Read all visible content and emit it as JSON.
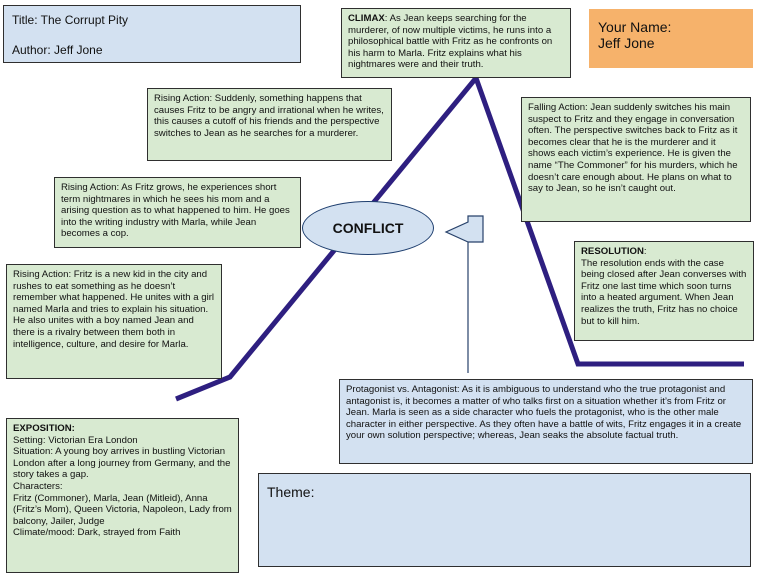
{
  "title_box": {
    "title": "Title: The Corrupt Pity",
    "author": "Author: Jeff Jone"
  },
  "name_box": {
    "label": "Your Name:",
    "value": "Jeff Jone"
  },
  "climax": {
    "label": "CLIMAX",
    "text": ": As Jean keeps searching for the murderer, of now multiple victims, he runs into a philosophical battle with Fritz as he confronts on his harm to Marla. Fritz explains what his nightmares were and their truth."
  },
  "rising_action_3": "Rising Action: Suddenly, something happens that causes Fritz to be angry and irrational when he writes, this causes a cutoff of his friends and the perspective switches to Jean as he searches for a murderer.",
  "falling_action": "Falling Action: Jean suddenly switches his main suspect to Fritz and they engage in conversation often. The perspective switches back to Fritz as it becomes clear that he is the murderer and it shows each victim’s experience. He is given the name “The Commoner” for his murders, which he doesn’t care enough about. He plans on what to say to Jean, so he isn’t caught out.",
  "rising_action_2": "Rising Action: As Fritz grows, he experiences short term nightmares in which he sees his mom and a arising question as to what happened to him. He goes into the writing industry with Marla, while Jean becomes a cop.",
  "conflict": "CONFLICT",
  "resolution": {
    "label": "RESOLUTION",
    "text": "The resolution ends with the case being closed after Jean converses with Fritz one last time which soon turns into a heated argument. When Jean realizes the truth, Fritz has no choice but to kill him."
  },
  "rising_action_1": "Rising Action: Fritz is a new kid in the city and rushes to eat something as he doesn’t remember what happened. He unites with a girl named Marla and tries to explain his situation. He also unites with a boy named Jean and there is a rivalry between them both in intelligence, culture, and desire for Marla.",
  "protagonist_antagonist": "Protagonist vs. Antagonist: As it is ambiguous to understand who the true protagonist and antagonist is, it becomes a matter of who talks first on a situation whether it’s from Fritz or Jean. Marla is seen as a side character who fuels the protagonist, who is the other male character in either perspective. As they often have a battle of wits, Fritz engages it in a create your own solution perspective; whereas, Jean seaks the absolute factual truth.",
  "exposition": {
    "label": "EXPOSITION:",
    "setting": "Setting: Victorian Era London",
    "situation": "Situation: A young boy arrives in bustling Victorian London after a long journey from Germany, and the story takes a gap.",
    "characters_label": "Characters:",
    "characters": "Fritz (Commoner), Marla, Jean (Mitleid), Anna (Fritz’s Mom), Queen Victoria, Napoleon, Lady from balcony, Jailer, Judge",
    "climate": "Climate/mood: Dark, strayed from Faith"
  },
  "theme": {
    "label": "Theme:",
    "value": ""
  },
  "colors": {
    "plot_line": "#2e1f80",
    "green_box": "#d8ead1",
    "blue_box": "#c5d6ef",
    "arrow_fill": "#d3e1f1",
    "name_box": "#f6b26b"
  }
}
